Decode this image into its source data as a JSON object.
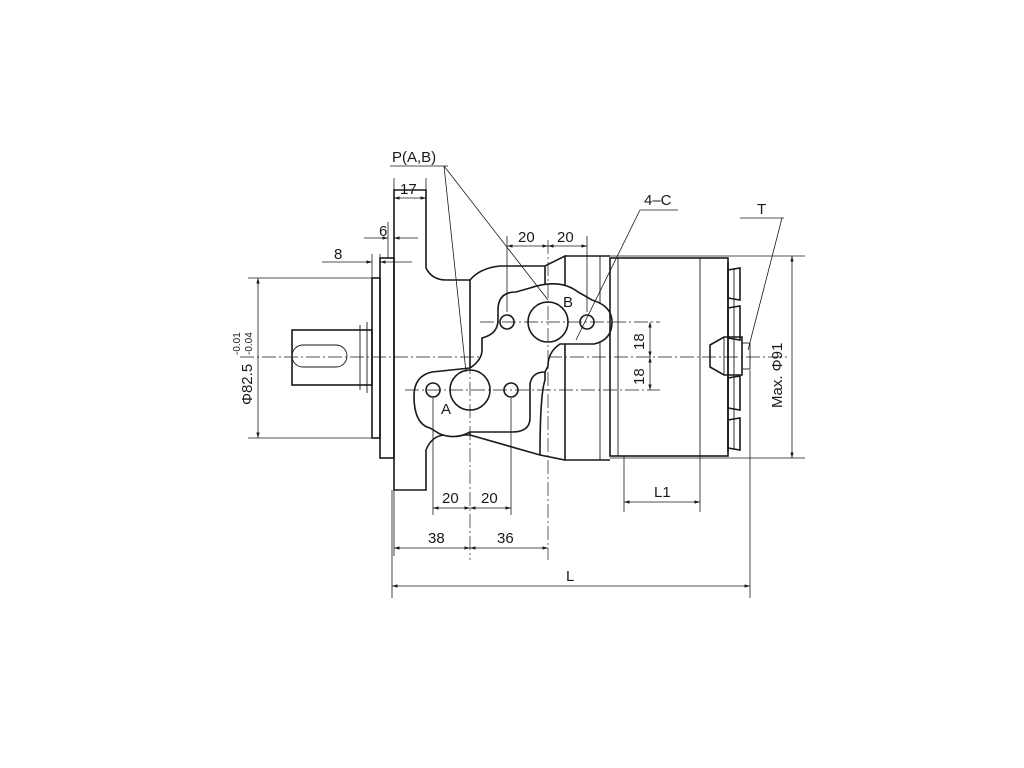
{
  "labels": {
    "ports": "P(A,B)",
    "bolts": "4–C",
    "drain": "T",
    "port_a": "A",
    "port_b": "B"
  },
  "dimensions": {
    "flange_17": "17",
    "flange_6": "6",
    "shaft_8": "8",
    "top_20_left": "20",
    "top_20_right": "20",
    "v_18_upper": "18",
    "v_18_lower": "18",
    "pilot_base": "Φ82.5",
    "pilot_tol_upper": "-0.01",
    "pilot_tol_lower": "-0.04",
    "max_dia": "Max. Φ91",
    "bottom_20_left": "20",
    "bottom_20_right": "20",
    "len_38": "38",
    "len_36": "36",
    "len_L1": "L1",
    "len_L": "L"
  },
  "colors": {
    "line": "#1a1a1a",
    "background": "#ffffff"
  }
}
